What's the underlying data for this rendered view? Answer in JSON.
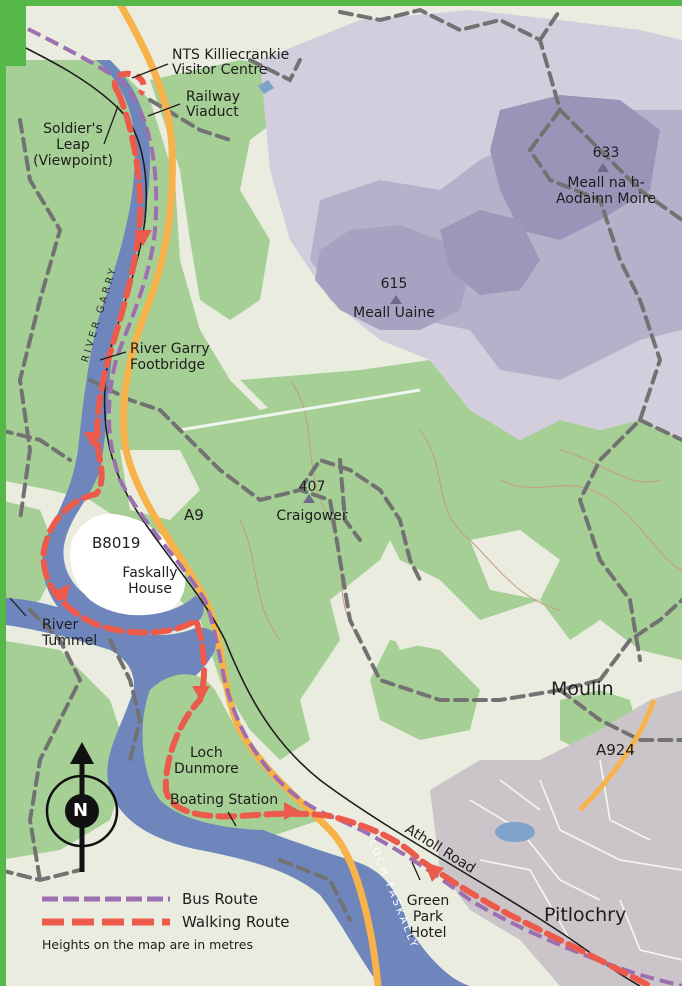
{
  "places": {
    "nts_killiecrankie": "NTS Killiecrankie",
    "visitor_centre": "Visitor Centre",
    "railway": "Railway",
    "viaduct": "Viaduct",
    "soldiers": "Soldier's",
    "leap": "Leap",
    "viewpoint": "(Viewpoint)",
    "footbridge_1": "River Garry",
    "footbridge_2": "Footbridge",
    "faskally_1": "Faskally",
    "faskally_2": "House",
    "tummel_1": "River",
    "tummel_2": "Tummel",
    "dunmore_1": "Loch",
    "dunmore_2": "Dunmore",
    "boating_station": "Boating Station",
    "green_1": "Green",
    "green_2": "Park",
    "green_3": "Hotel",
    "moulin": "Moulin",
    "pitlochry": "Pitlochry"
  },
  "hills": [
    {
      "height": "633",
      "name_1": "Meall na h-",
      "name_2": "Aodainn Moire"
    },
    {
      "height": "615",
      "name_1": "Meall Uaine"
    },
    {
      "height": "407",
      "name_1": "Craigower"
    }
  ],
  "roads": {
    "a9": "A9",
    "b8019": "B8019",
    "a924": "A924",
    "atholl_road": "Atholl Road"
  },
  "water": {
    "river_garry": "RIVER GARRY",
    "loch_faskally": "LOCH FASKALLY"
  },
  "legend": {
    "bus_route": "Bus Route",
    "walking_route": "Walking Route",
    "heights_note": "Heights on the map are in metres"
  },
  "compass": {
    "letter": "N"
  },
  "colors": {
    "frame_green": "#56b848",
    "woodland": "#a6cf96",
    "open_land": "#e8ecdf",
    "hill_light": "#d2cede",
    "hill_mid": "#b6b0ca",
    "hill_dark": "#9c94b8",
    "water": "#6f86bd",
    "main_road": "#f7b24a",
    "bus_route": "#9c6fb1",
    "walking_route": "#ec5a4c",
    "paths": "#727272",
    "town": "#c9c3c8"
  }
}
